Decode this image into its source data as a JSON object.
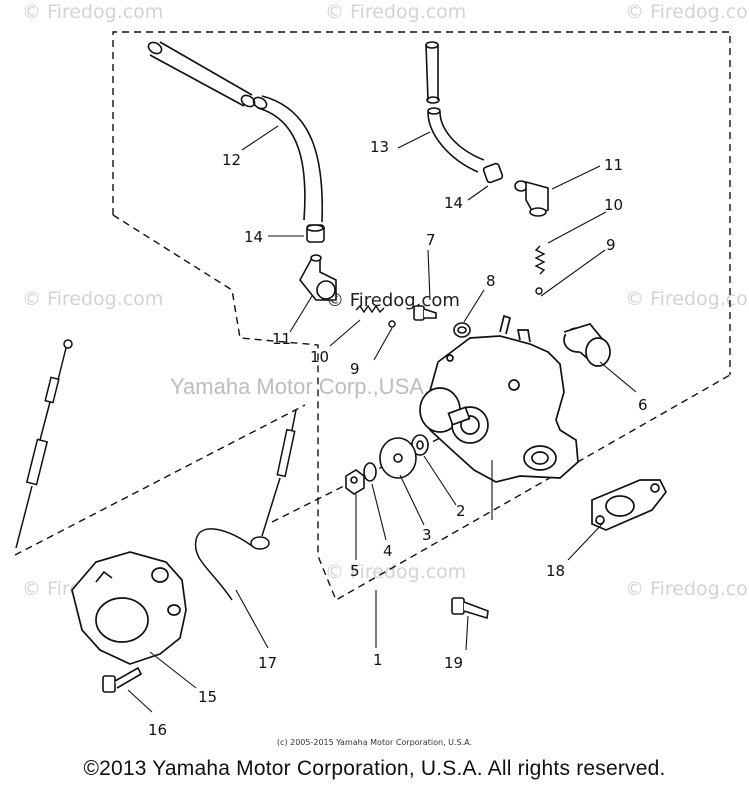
{
  "watermarks": {
    "site": "© Firedog.com",
    "center": "Yamaha Motor Corp.,USA."
  },
  "callouts": [
    "1",
    "2",
    "3",
    "4",
    "5",
    "6",
    "7",
    "8",
    "9",
    "9",
    "10",
    "10",
    "11",
    "11",
    "12",
    "13",
    "14",
    "14",
    "15",
    "16",
    "17",
    "18",
    "19"
  ],
  "footer": {
    "small_copyright": "(c) 2005-2015 Yamaha Motor Corporation, U.S.A.",
    "copyright": "©2013 Yamaha Motor Corporation, U.S.A. All rights reserved."
  }
}
